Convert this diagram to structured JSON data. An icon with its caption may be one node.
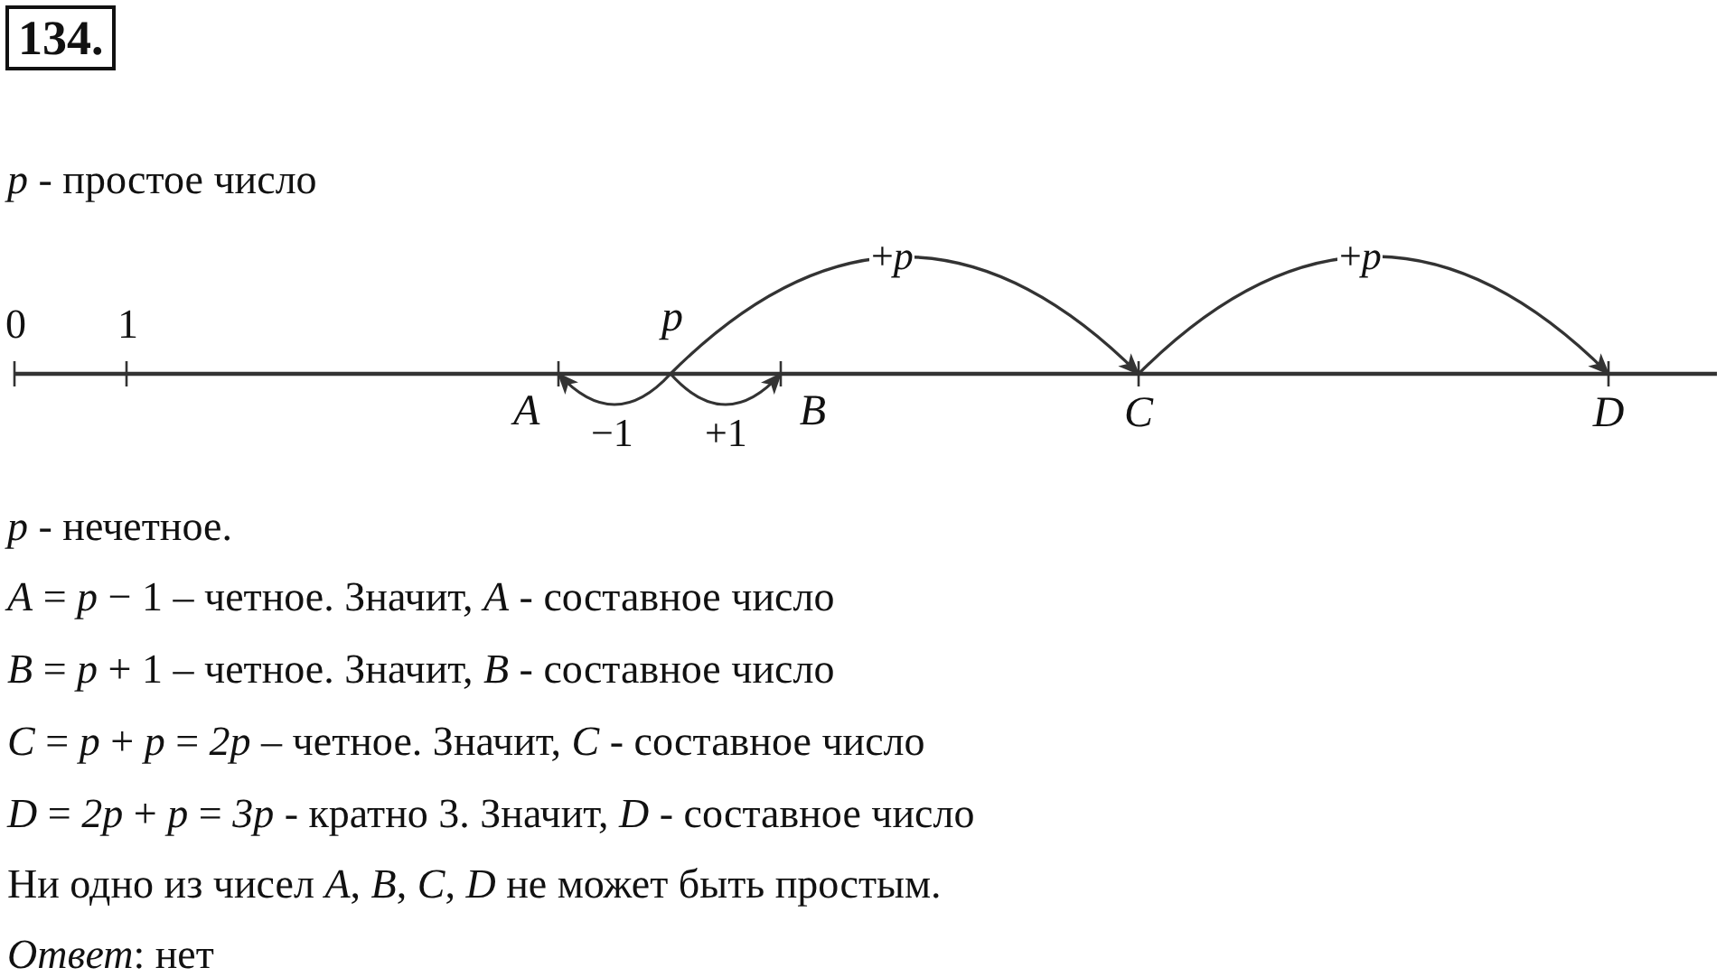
{
  "diagram": {
    "title": "134.",
    "nodes": [
      {
        "text": [
          "p"
        ]
      },
      {
        "text": [
          "A"
        ]
      },
      {
        "text": [
          "B"
        ]
      },
      {
        "text": [
          "C"
        ]
      },
      {
        "text": [
          "D"
        ]
      }
    ],
    "edges": [
      {
        "from": 0,
        "to": 1,
        "arrow": "to",
        "label": "−1"
      },
      {
        "from": 0,
        "to": 2,
        "arrow": "to",
        "label": "+1"
      },
      {
        "from": 0,
        "to": 3,
        "arrow": "to",
        "label": "+*p*"
      },
      {
        "from": 3,
        "to": 4,
        "arrow": "to",
        "label": "+*p*"
      }
    ],
    "labels": [
      "*p* - простое число",
      "0",
      "1",
      "*p* - нечетное.",
      "*A* = *p* − 1 – четное. Значит, *A* - составное число",
      "*B* = *p* + 1 – четное. Значит, *B* - составное число",
      "*C* = *p* + *p* = *2p* – четное. Значит, *C* - составное число",
      "*D* = *2p* + *p* = *3p* - кратно 3. Значит, *D* - составное число",
      "Ни одно из чисел *A*, *B*, *C*, *D* не может быть простым.",
      "*Ответ*: нет"
    ]
  }
}
